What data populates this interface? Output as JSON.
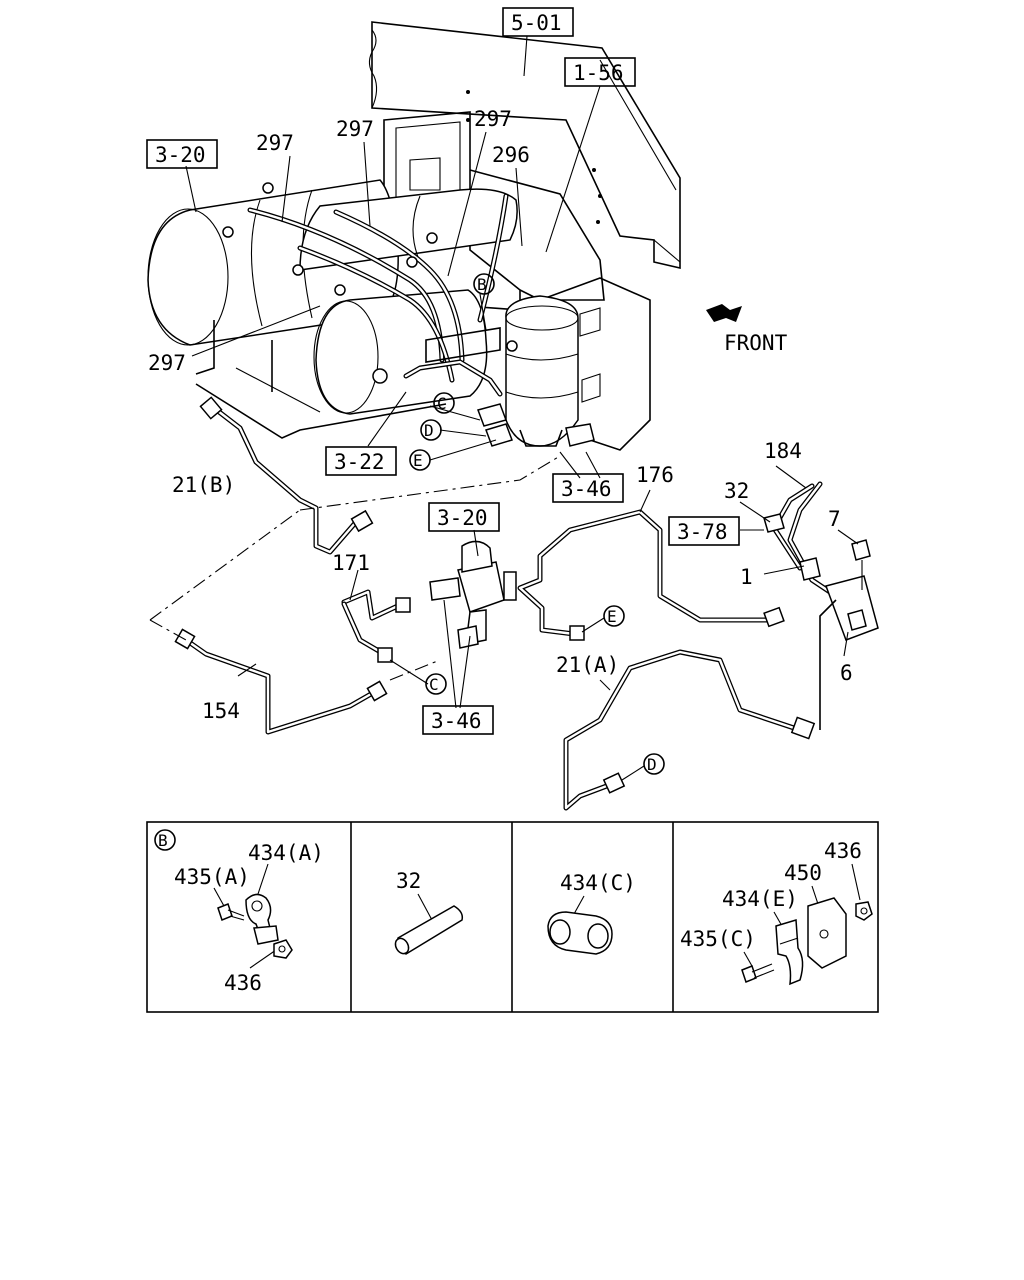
{
  "diagram": {
    "ref_boxes": {
      "frame": "5-01",
      "bracket": "1-56",
      "tank": "3-20",
      "tank_lower": "3-22",
      "dryer": "3-46",
      "valve_top": "3-20",
      "valve_bottom": "3-46",
      "relay": "3-78"
    },
    "part_labels": {
      "p297_a": "297",
      "p297_b": "297",
      "p297_c": "297",
      "p297_d": "297",
      "p296": "296",
      "p21b": "21(B)",
      "p21a": "21(A)",
      "p171": "171",
      "p154": "154",
      "p176": "176",
      "p184": "184",
      "p32": "32",
      "p7": "7",
      "p1": "1",
      "p6": "6",
      "front": "FRONT"
    },
    "circle_markers": {
      "b_top": "B",
      "c_top": "C",
      "d_top": "D",
      "e_top": "E",
      "c_mid": "C",
      "e_mid": "E",
      "d_bottom": "D"
    },
    "detail_panels": {
      "panel1": {
        "marker": "B",
        "labels": [
          "435(A)",
          "434(A)",
          "436"
        ]
      },
      "panel2": {
        "labels": [
          "32"
        ]
      },
      "panel3": {
        "labels": [
          "434(C)"
        ]
      },
      "panel4": {
        "labels": [
          "436",
          "450",
          "434(E)",
          "435(C)"
        ]
      }
    }
  }
}
